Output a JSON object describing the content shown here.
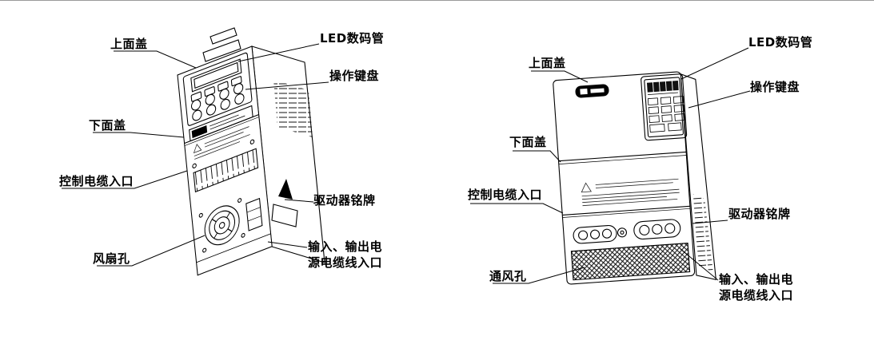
{
  "diagram": {
    "left_unit": {
      "labels": {
        "upper_cover": "上面盖",
        "led_display": "LED数码管",
        "keypad": "操作键盘",
        "lower_cover": "下面盖",
        "control_cable_entry": "控制电缆入口",
        "nameplate": "驱动器铭牌",
        "fan_hole": "风扇孔",
        "power_cable_entry": "输入、输出电\n源电缆线入口"
      }
    },
    "right_unit": {
      "labels": {
        "upper_cover": "上面盖",
        "led_display": "LED数码管",
        "keypad": "操作键盘",
        "lower_cover": "下面盖",
        "control_cable_entry": "控制电缆入口",
        "nameplate": "驱动器铭牌",
        "vent_hole": "通风孔",
        "power_cable_entry": "输入、输出电\n源电缆线入口"
      }
    }
  }
}
